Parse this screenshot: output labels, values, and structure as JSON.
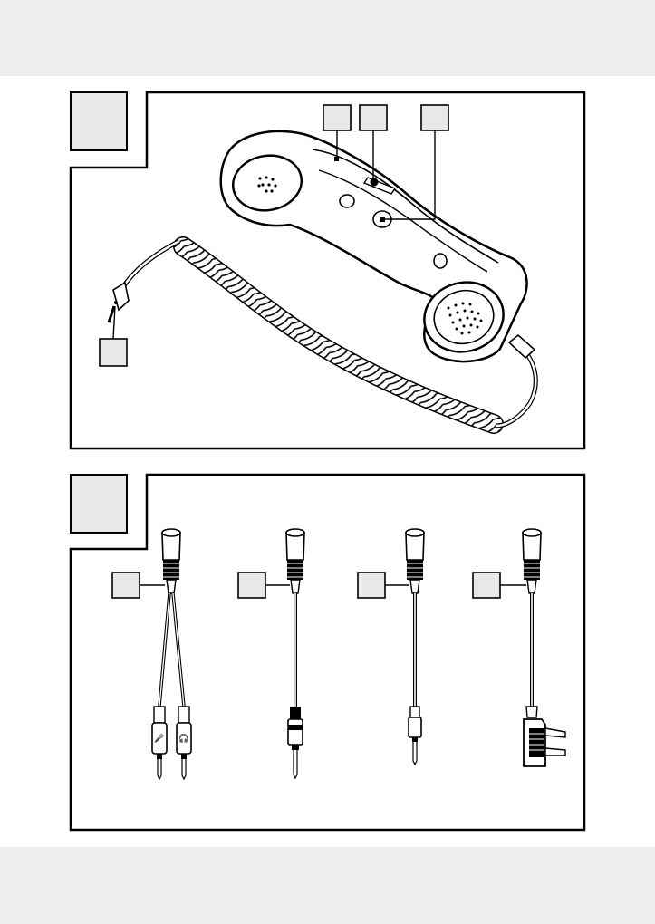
{
  "page": {
    "figures": [
      {
        "id": "figure-handset",
        "number": "",
        "callouts": [
          {
            "id": "handset-callout-1",
            "label": ""
          },
          {
            "id": "handset-callout-2",
            "label": ""
          },
          {
            "id": "handset-callout-3",
            "label": ""
          },
          {
            "id": "handset-callout-4",
            "label": ""
          }
        ]
      },
      {
        "id": "figure-adapters",
        "number": "",
        "callouts": [
          {
            "id": "adapter-callout-1",
            "label": ""
          },
          {
            "id": "adapter-callout-2",
            "label": ""
          },
          {
            "id": "adapter-callout-3",
            "label": ""
          },
          {
            "id": "adapter-callout-4",
            "label": ""
          }
        ]
      }
    ],
    "icons": {
      "adapter1_left_jack": "microphone-icon",
      "adapter1_right_jack": "headphone-icon"
    },
    "colors": {
      "line": "#000000",
      "callout_fill": "#e8e8e8",
      "band": "#eeeeee"
    }
  }
}
